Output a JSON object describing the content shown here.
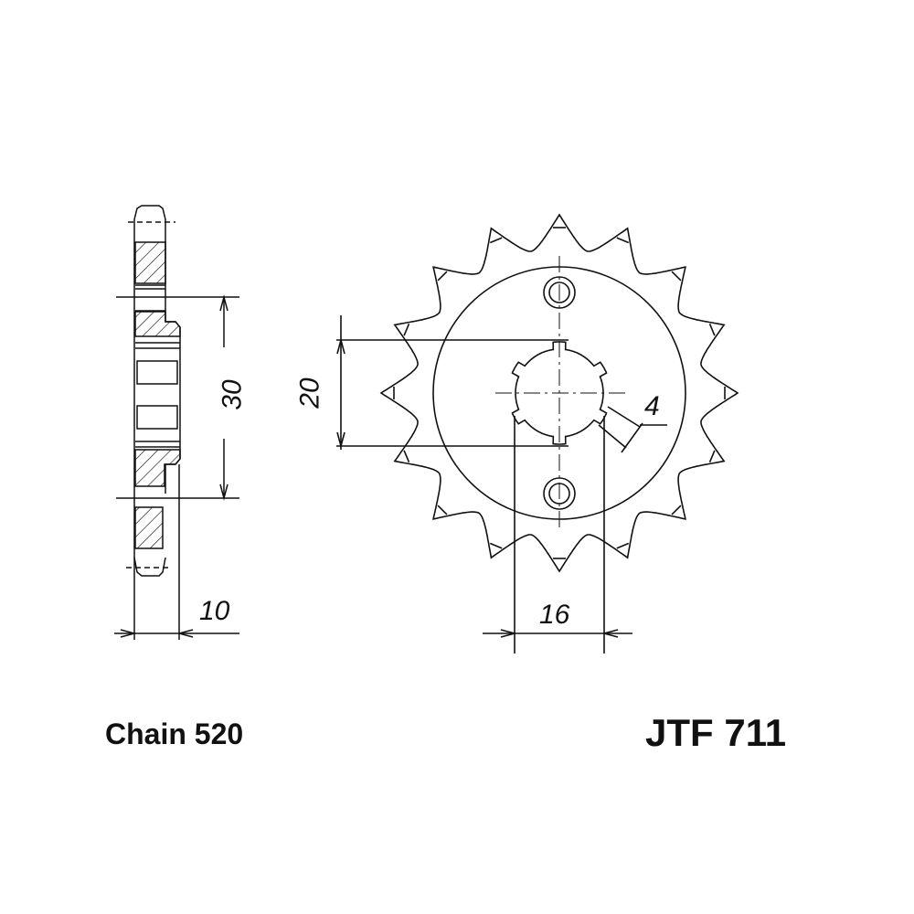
{
  "dimensions": {
    "hub_diameter": "30",
    "width": "10",
    "spline_diameter": "20",
    "spline_width": "16",
    "key_width": "4"
  },
  "footer": {
    "chain": "Chain 520",
    "part_number": "JTF 711"
  },
  "sprocket": {
    "teeth": 16,
    "bolt_holes": 2,
    "spline_notches": 6
  },
  "colors": {
    "line": "#111111",
    "background": "#ffffff"
  }
}
